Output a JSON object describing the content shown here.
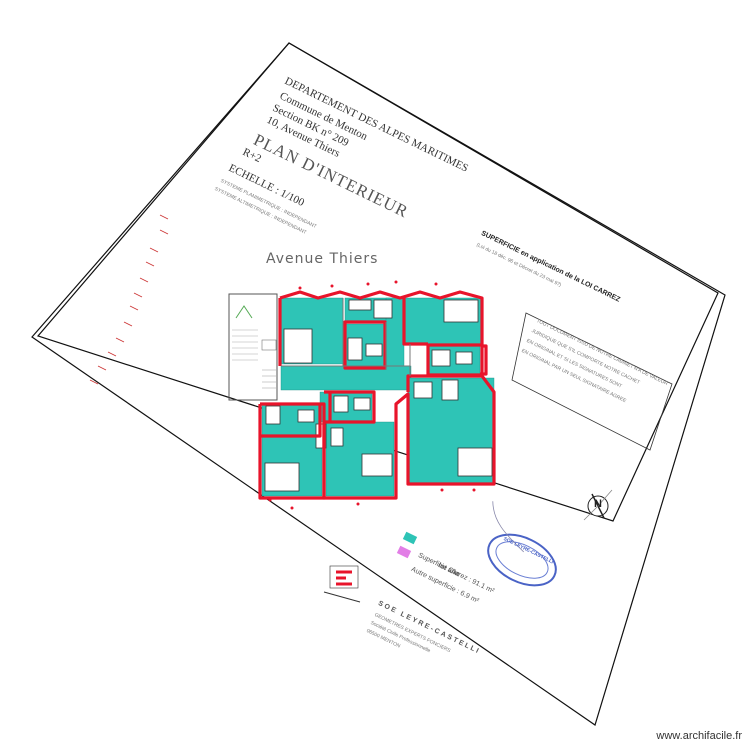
{
  "header": {
    "department": "DEPARTEMENT DES ALPES MARITIMES",
    "commune": "Commune de Menton",
    "section": "Section BK n° 209",
    "address": "10, Avenue Thiers",
    "plan_title": "PLAN D'INTERIEUR",
    "level": "R+2",
    "scale": "ECHELLE : 1/100",
    "system_1": "SYSTEME PLANIMETRIQUE : INDEPENDANT",
    "system_2": "SYSTEME ALTIMETRIQUE : INDEPENDANT"
  },
  "loi_carrez": {
    "title": "SUPERFICIE en application de la LOI CARREZ",
    "subtitle": "(Loi du 18 déc. 96 et Décret du 23 mai 97)"
  },
  "street": "Avenue Thiers",
  "notice": {
    "line1": "TOUT DOCUMENT ISSU DE NOTRE CABINET N'A DE VALEUR",
    "line2": "JURIDIQUE QUE S'IL COMPORTE NOTRE CACHET",
    "line3": "EN ORIGINAL ET SI LES SIGNATURES SONT",
    "line4": "EN ORIGINAL PAR UN SEUL SIGNATAIRE AGREE"
  },
  "legend_surfaces": {
    "lot": "lot aña",
    "carrez": "Superficie Carrez : 91.1 m²",
    "other": "Autre superficie : 6.9 m²",
    "carrez_color": "#2ec4b6",
    "other_color": "#e27ee6"
  },
  "firm": {
    "name": "SOE LEYRE-CASTELLI",
    "line1": "GEOMETRES EXPERTS FONCIERS",
    "line2": "Société Civile Professionnelle",
    "line3": "06500 MENTON"
  },
  "stamp": "SOE LEYRE-CASTELLI",
  "compass": "N",
  "watermark": "www.archifacile.fr",
  "colors": {
    "wall": "#e8142b",
    "room": "#2ec4b6",
    "border": "#222222"
  }
}
